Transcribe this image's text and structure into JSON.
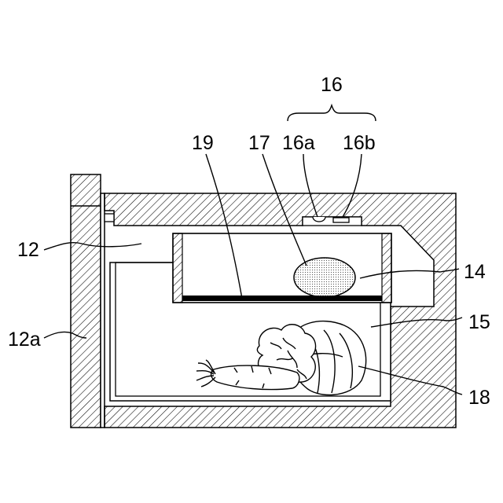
{
  "figure": {
    "labels": {
      "ref_16": "16",
      "ref_16a": "16a",
      "ref_16b": "16b",
      "ref_17": "17",
      "ref_19": "19",
      "ref_12": "12",
      "ref_12a": "12a",
      "ref_14": "14",
      "ref_15": "15",
      "ref_18": "18"
    }
  }
}
